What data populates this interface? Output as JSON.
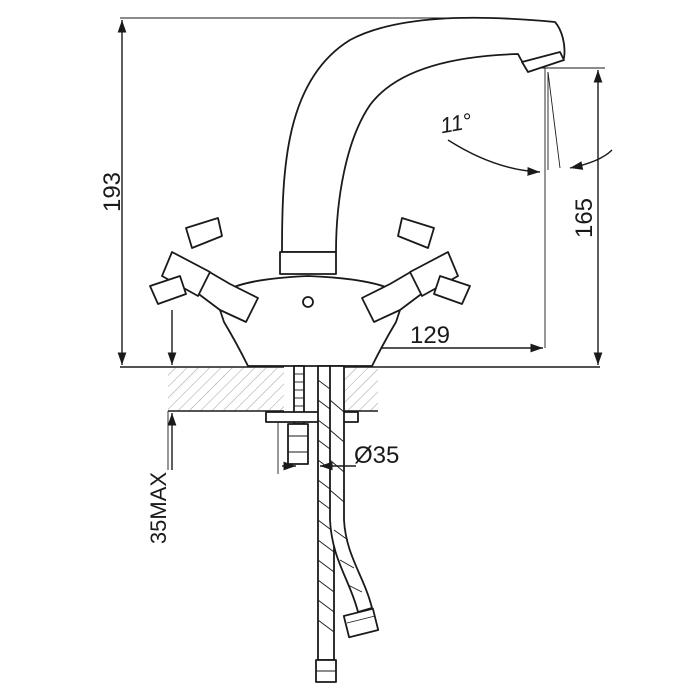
{
  "dimensions": {
    "total_height": "193",
    "spout_height": "165",
    "spout_reach": "129",
    "swivel_angle": "11°",
    "mount_hole_diameter": "Ø35",
    "max_deck_thickness": "35MAX"
  }
}
